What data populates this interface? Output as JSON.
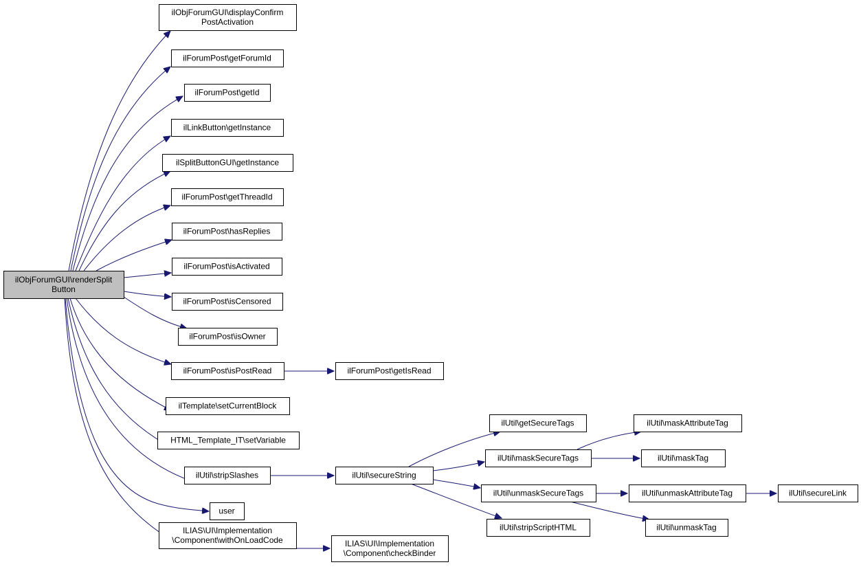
{
  "graph": {
    "nodes": [
      {
        "id": "root",
        "lines": [
          "ilObjForumGUI\\renderSplit",
          "Button"
        ],
        "root": true
      },
      {
        "id": "n1",
        "lines": [
          "ilObjForumGUI\\displayConfirm",
          "PostActivation"
        ]
      },
      {
        "id": "n2",
        "lines": [
          "ilForumPost\\getForumId"
        ]
      },
      {
        "id": "n3",
        "lines": [
          "ilForumPost\\getId"
        ]
      },
      {
        "id": "n4",
        "lines": [
          "ilLinkButton\\getInstance"
        ]
      },
      {
        "id": "n5",
        "lines": [
          "ilSplitButtonGUI\\getInstance"
        ]
      },
      {
        "id": "n6",
        "lines": [
          "ilForumPost\\getThreadId"
        ]
      },
      {
        "id": "n7",
        "lines": [
          "ilForumPost\\hasReplies"
        ]
      },
      {
        "id": "n8",
        "lines": [
          "ilForumPost\\isActivated"
        ]
      },
      {
        "id": "n9",
        "lines": [
          "ilForumPost\\isCensored"
        ]
      },
      {
        "id": "n10",
        "lines": [
          "ilForumPost\\isOwner"
        ]
      },
      {
        "id": "n11",
        "lines": [
          "ilForumPost\\isPostRead"
        ]
      },
      {
        "id": "n12",
        "lines": [
          "ilTemplate\\setCurrentBlock"
        ]
      },
      {
        "id": "n13",
        "lines": [
          "HTML_Template_IT\\setVariable"
        ]
      },
      {
        "id": "n14",
        "lines": [
          "ilUtil\\stripSlashes"
        ]
      },
      {
        "id": "n15",
        "lines": [
          "user"
        ]
      },
      {
        "id": "n16",
        "lines": [
          "ILIAS\\UI\\Implementation",
          "\\Component\\withOnLoadCode"
        ]
      },
      {
        "id": "n17",
        "lines": [
          "ilForumPost\\getIsRead"
        ]
      },
      {
        "id": "n18",
        "lines": [
          "ilUtil\\secureString"
        ]
      },
      {
        "id": "n19",
        "lines": [
          "ILIAS\\UI\\Implementation",
          "\\Component\\checkBinder"
        ]
      },
      {
        "id": "n20",
        "lines": [
          "ilUtil\\getSecureTags"
        ]
      },
      {
        "id": "n21",
        "lines": [
          "ilUtil\\maskSecureTags"
        ]
      },
      {
        "id": "n22",
        "lines": [
          "ilUtil\\unmaskSecureTags"
        ]
      },
      {
        "id": "n23",
        "lines": [
          "ilUtil\\stripScriptHTML"
        ]
      },
      {
        "id": "n24",
        "lines": [
          "ilUtil\\maskAttributeTag"
        ]
      },
      {
        "id": "n25",
        "lines": [
          "ilUtil\\maskTag"
        ]
      },
      {
        "id": "n26",
        "lines": [
          "ilUtil\\unmaskAttributeTag"
        ]
      },
      {
        "id": "n27",
        "lines": [
          "ilUtil\\unmaskTag"
        ]
      },
      {
        "id": "n28",
        "lines": [
          "ilUtil\\secureLink"
        ]
      }
    ],
    "edges": [
      {
        "from": "root",
        "to": "n1"
      },
      {
        "from": "root",
        "to": "n2"
      },
      {
        "from": "root",
        "to": "n3"
      },
      {
        "from": "root",
        "to": "n4"
      },
      {
        "from": "root",
        "to": "n5"
      },
      {
        "from": "root",
        "to": "n6"
      },
      {
        "from": "root",
        "to": "n7"
      },
      {
        "from": "root",
        "to": "n8"
      },
      {
        "from": "root",
        "to": "n9"
      },
      {
        "from": "root",
        "to": "n10"
      },
      {
        "from": "root",
        "to": "n11"
      },
      {
        "from": "root",
        "to": "n12"
      },
      {
        "from": "root",
        "to": "n13"
      },
      {
        "from": "root",
        "to": "n14"
      },
      {
        "from": "root",
        "to": "n15"
      },
      {
        "from": "root",
        "to": "n16"
      },
      {
        "from": "n11",
        "to": "n17"
      },
      {
        "from": "n14",
        "to": "n18"
      },
      {
        "from": "n16",
        "to": "n19"
      },
      {
        "from": "n18",
        "to": "n20"
      },
      {
        "from": "n18",
        "to": "n21"
      },
      {
        "from": "n18",
        "to": "n22"
      },
      {
        "from": "n18",
        "to": "n23"
      },
      {
        "from": "n21",
        "to": "n24"
      },
      {
        "from": "n21",
        "to": "n25"
      },
      {
        "from": "n22",
        "to": "n26"
      },
      {
        "from": "n22",
        "to": "n27"
      },
      {
        "from": "n26",
        "to": "n28"
      }
    ],
    "colors": {
      "edge": "#191970",
      "root_fill": "#bfbfbf",
      "node_fill": "#ffffff",
      "border": "#000000"
    }
  }
}
